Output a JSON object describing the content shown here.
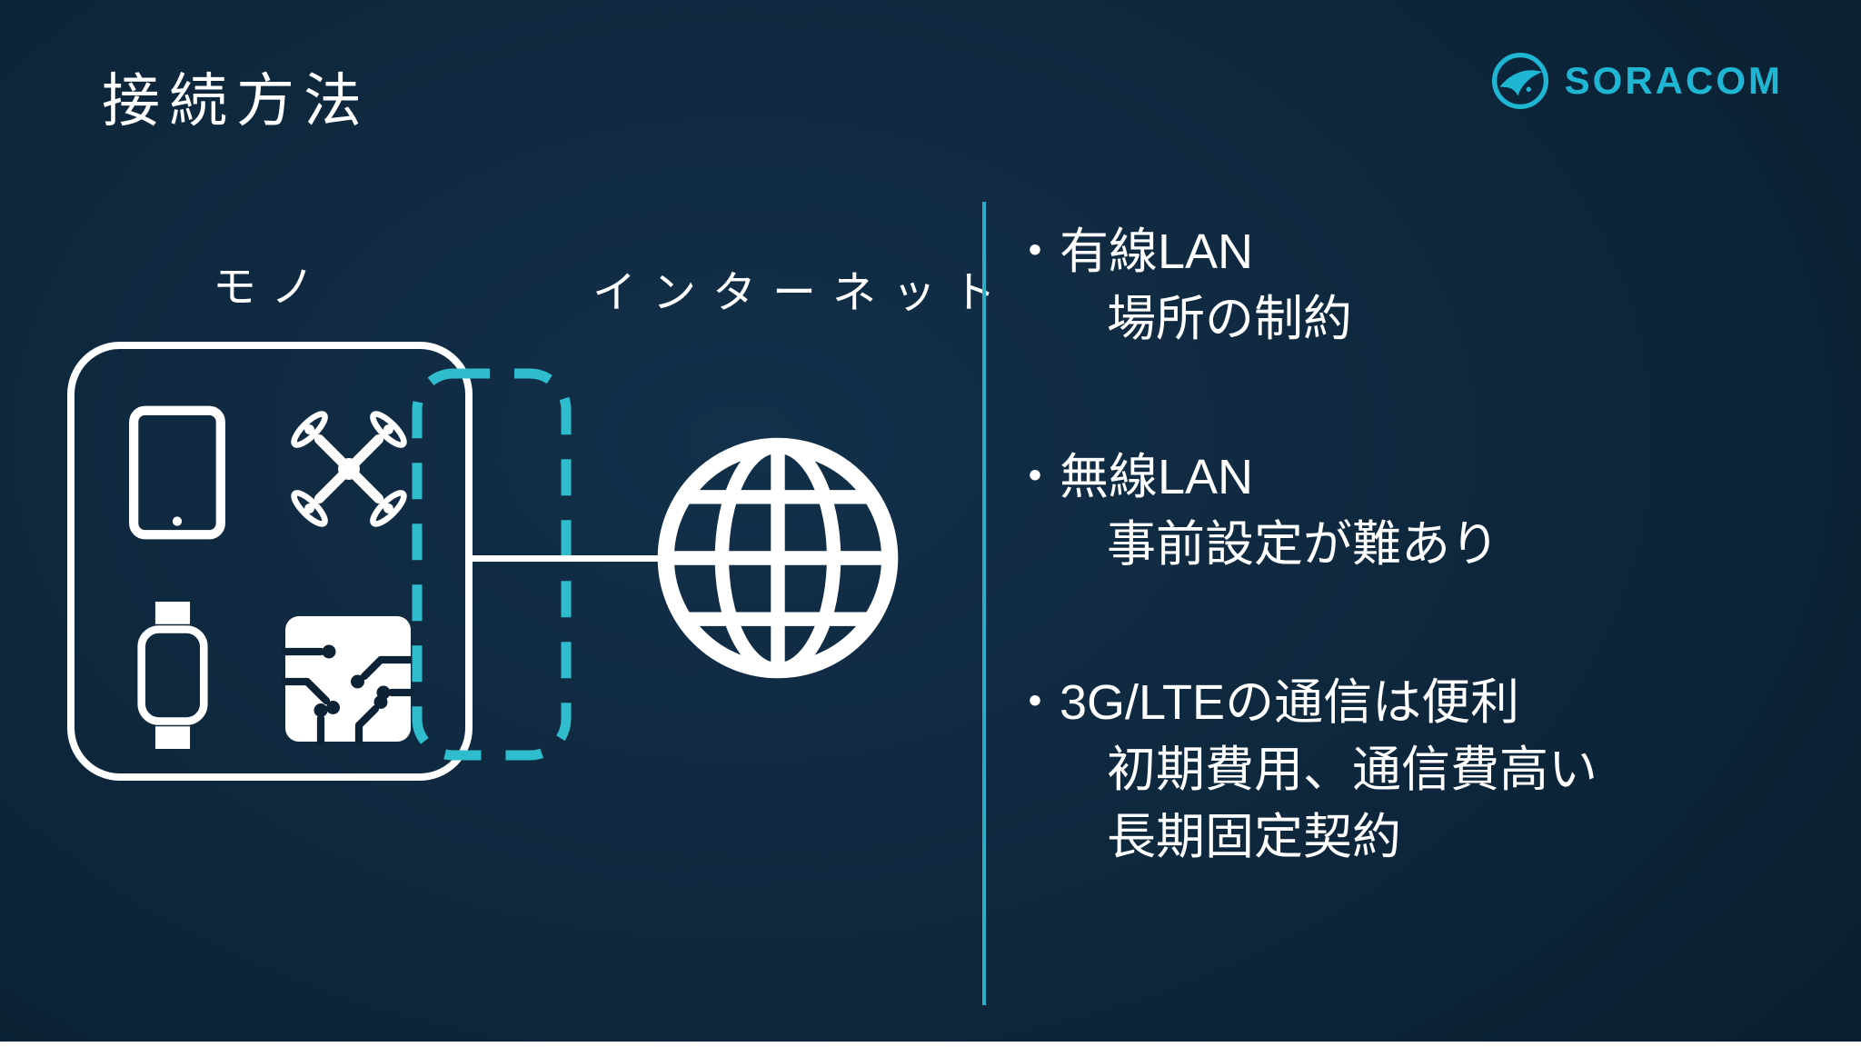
{
  "title": "接続方法",
  "logo": {
    "brand": "SORACOM"
  },
  "diagram": {
    "things_label": "モノ",
    "internet_label": "インターネット",
    "icons": [
      "tablet-icon",
      "drone-icon",
      "smartwatch-icon",
      "chip-icon",
      "globe-icon"
    ]
  },
  "bullets": [
    {
      "title": "・有線LAN",
      "lines": [
        "場所の制約"
      ]
    },
    {
      "title": "・無線LAN",
      "lines": [
        "事前設定が難あり"
      ]
    },
    {
      "title": "・3G/LTEの通信は便利",
      "lines": [
        "初期費用、通信費高い",
        "長期固定契約"
      ]
    }
  ],
  "colors": {
    "accent": "#1fb6d4",
    "divider": "#2bacc9",
    "text": "#ffffff",
    "background_center": "#13304a",
    "background_edge": "#071826"
  }
}
